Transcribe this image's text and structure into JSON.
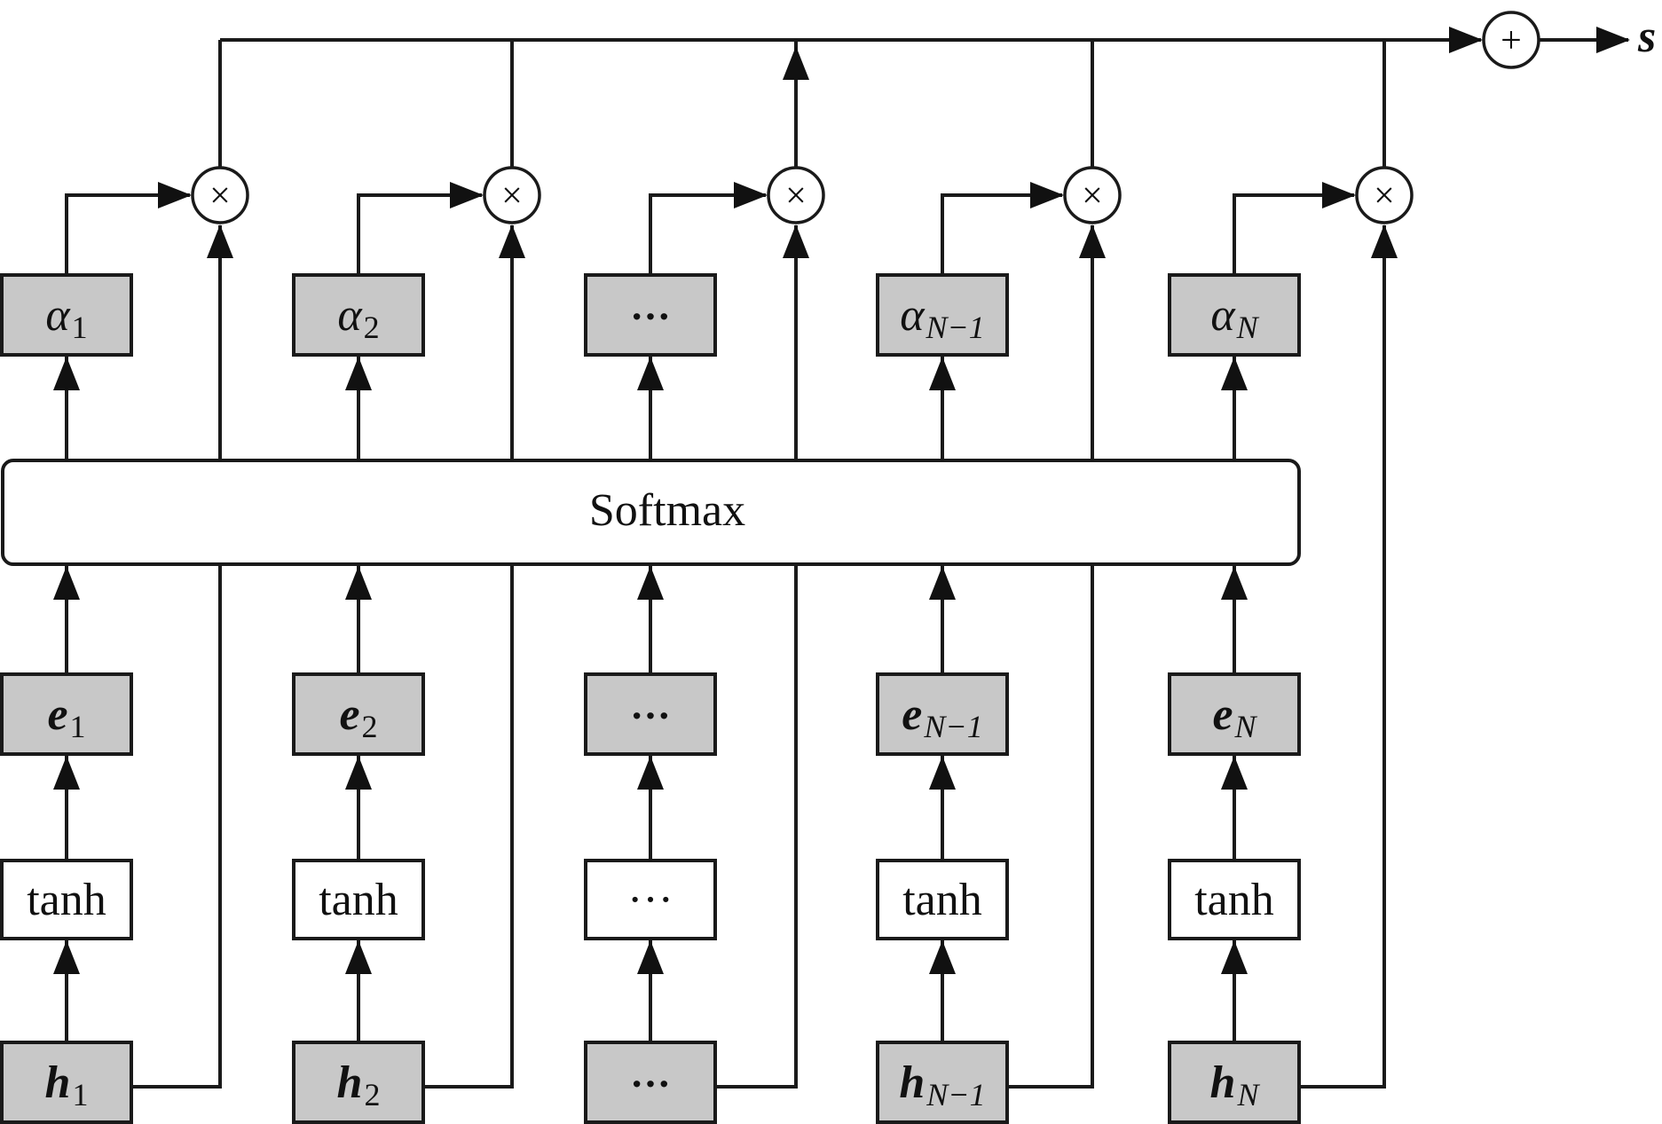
{
  "softmax_label": "Softmax",
  "output_label": "s",
  "ops": {
    "multiply": "×",
    "sum": "+"
  },
  "columns": [
    {
      "h": {
        "base": "h",
        "sub": "1"
      },
      "act": "tanh",
      "e": {
        "base": "e",
        "sub": "1"
      },
      "alpha": {
        "base": "α",
        "sub": "1"
      }
    },
    {
      "h": {
        "base": "h",
        "sub": "2"
      },
      "act": "tanh",
      "e": {
        "base": "e",
        "sub": "2"
      },
      "alpha": {
        "base": "α",
        "sub": "2"
      }
    },
    {
      "h": {
        "base": "···",
        "sub": ""
      },
      "act": "···",
      "e": {
        "base": "···",
        "sub": ""
      },
      "alpha": {
        "base": "···",
        "sub": ""
      }
    },
    {
      "h": {
        "base": "h",
        "sub": "N−1"
      },
      "act": "tanh",
      "e": {
        "base": "e",
        "sub": "N−1"
      },
      "alpha": {
        "base": "α",
        "sub": "N−1"
      }
    },
    {
      "h": {
        "base": "h",
        "sub": "N"
      },
      "act": "tanh",
      "e": {
        "base": "e",
        "sub": "N"
      },
      "alpha": {
        "base": "α",
        "sub": "N"
      }
    }
  ],
  "colors": {
    "gray_box": "#c8c8c8",
    "line": "#1a1a1a"
  }
}
